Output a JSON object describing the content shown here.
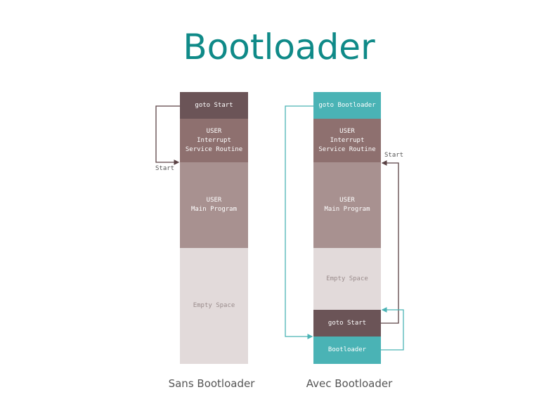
{
  "title": "Bootloader",
  "left": {
    "caption": "Sans Bootloader",
    "blocks": {
      "goto_start": "goto Start",
      "isr": "USER\nInterrupt\nService Routine",
      "main": "USER\nMain Program",
      "empty": "Empty Space"
    },
    "start_label": "Start"
  },
  "right": {
    "caption": "Avec Bootloader",
    "blocks": {
      "goto_bootloader": "goto Bootloader",
      "isr": "USER\nInterrupt\nService Routine",
      "main": "USER\nMain Program",
      "empty": "Empty Space",
      "goto_start": "goto Start",
      "bootloader": "Bootloader"
    },
    "start_label": "Start"
  },
  "colors": {
    "title": "#0f8a88",
    "goto": "#6b5457",
    "isr": "#8e706f",
    "main": "#a89190",
    "empty": "#e2dada",
    "bootloader": "#4ab3b5",
    "arrow_dark": "#5a4244",
    "arrow_teal": "#4ab3b5"
  }
}
